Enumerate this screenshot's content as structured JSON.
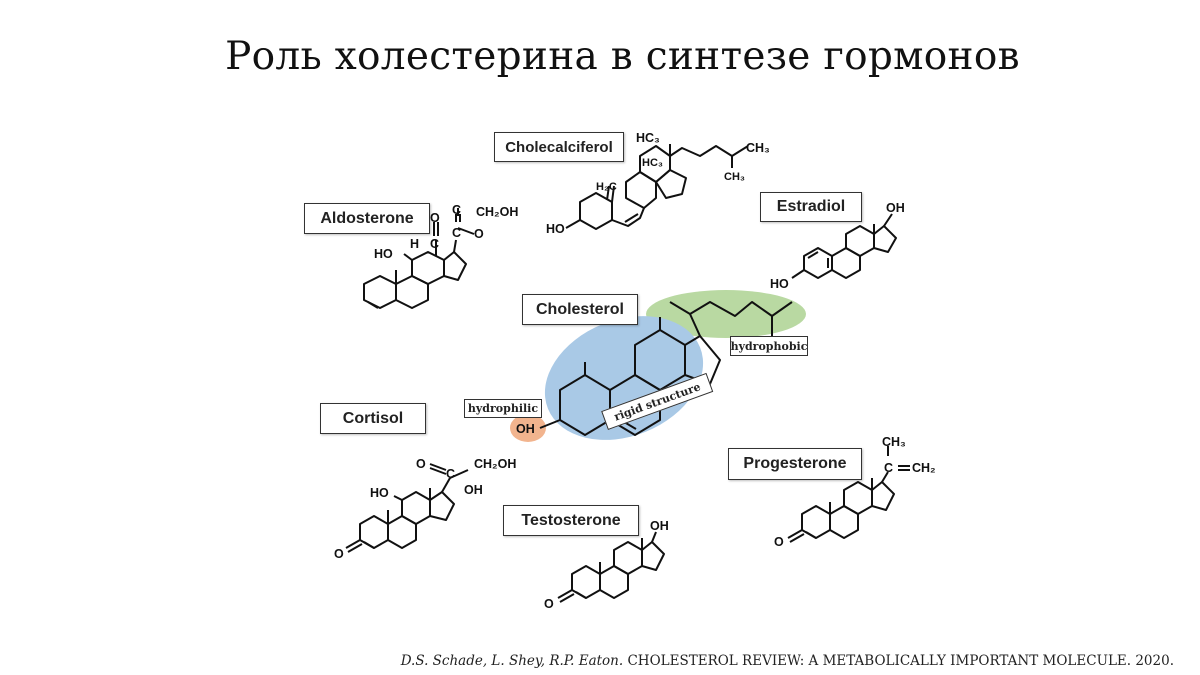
{
  "slide": {
    "title": "Роль холестерина в синтезе гормонов"
  },
  "labels": {
    "cholecalciferol": "Cholecalciferol",
    "aldosterone": "Aldosterone",
    "estradiol": "Estradiol",
    "cholesterol": "Cholesterol",
    "cortisol": "Cortisol",
    "progesterone": "Progesterone",
    "testosterone": "Testosterone"
  },
  "annotations": {
    "hydrophobic": "hydrophobic",
    "hydrophilic": "hydrophilic",
    "rigid": "rigid structure"
  },
  "atoms": {
    "oh": "OH",
    "ho": "HO",
    "o": "O",
    "h": "H",
    "c": "C",
    "h2c": "H₂C",
    "hc3": "HC₃",
    "ch3": "CH₃",
    "ch2oh": "CH₂OH",
    "ch2": "CH₂"
  },
  "colors": {
    "hydrophobic_region": "#b9d9a2",
    "rigid_region": "#a9c9e6",
    "hydrophilic_region": "#f2b48e"
  },
  "citation": {
    "authors": "D.S. Schade, L. Shey, R.P. Eaton.",
    "text": "CHOLESTEROL REVIEW: A METABOLICALLY IMPORTANT MOLECULE. 2020."
  }
}
